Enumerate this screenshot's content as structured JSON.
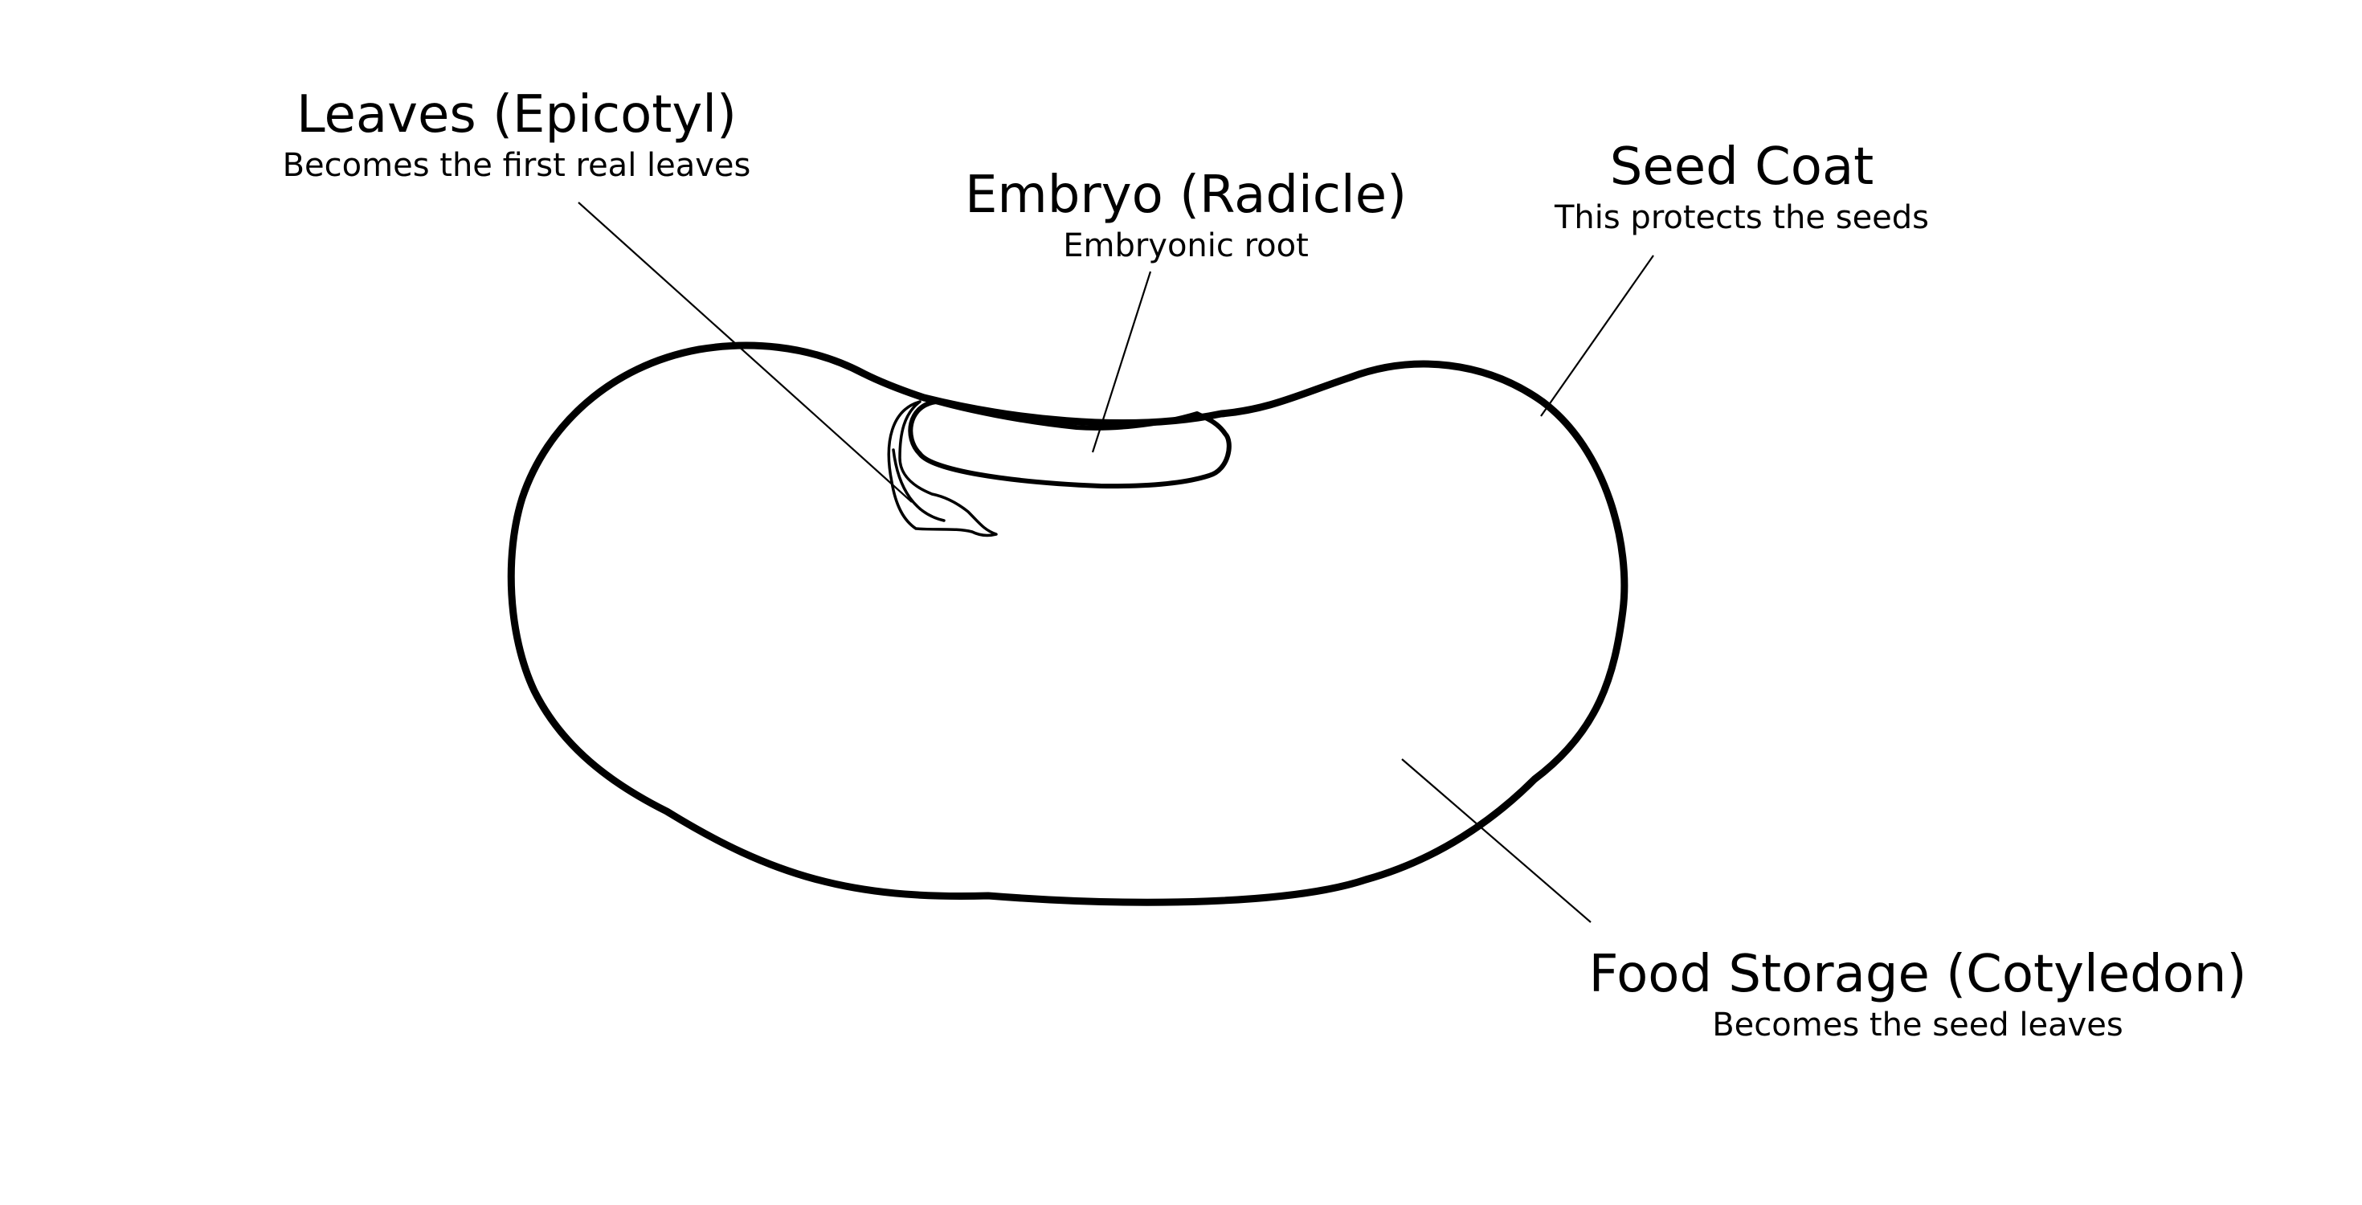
{
  "diagram": {
    "labels": {
      "leaves": {
        "title": "Leaves (Epicotyl)",
        "subtitle": "Becomes the first real leaves"
      },
      "embryo": {
        "title": "Embryo (Radicle)",
        "subtitle": "Embryonic root"
      },
      "seed_coat": {
        "title": "Seed Coat",
        "subtitle": "This protects the seeds"
      },
      "food_storage": {
        "title": "Food Storage (Cotyledon)",
        "subtitle": "Becomes the seed leaves"
      }
    },
    "colors": {
      "stroke": "#000000",
      "background": "#ffffff"
    }
  }
}
